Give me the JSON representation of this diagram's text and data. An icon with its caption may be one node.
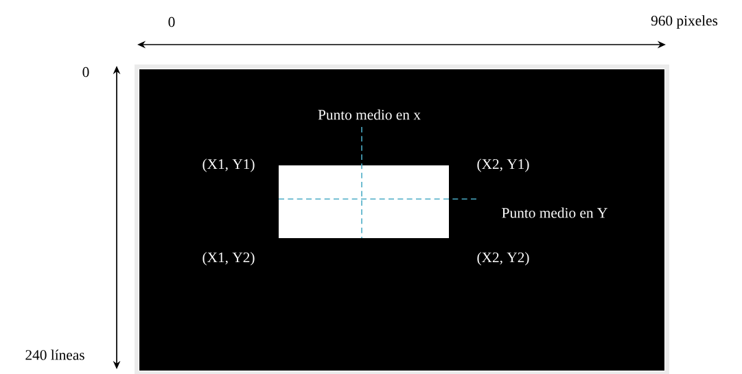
{
  "diagram": {
    "nodes": [
      {
        "text": [],
        "shape": "box"
      },
      {
        "text": [],
        "shape": "box",
        "in": 0
      }
    ],
    "edges": [],
    "labels": [
      "0",
      "960 pixeles",
      "0",
      "Punto medio en x",
      "(X1, Y1)",
      "(X2, Y1)",
      "Punto medio en Y",
      "(X1, Y2)",
      "(X2, Y2)",
      "240 líneas"
    ]
  }
}
